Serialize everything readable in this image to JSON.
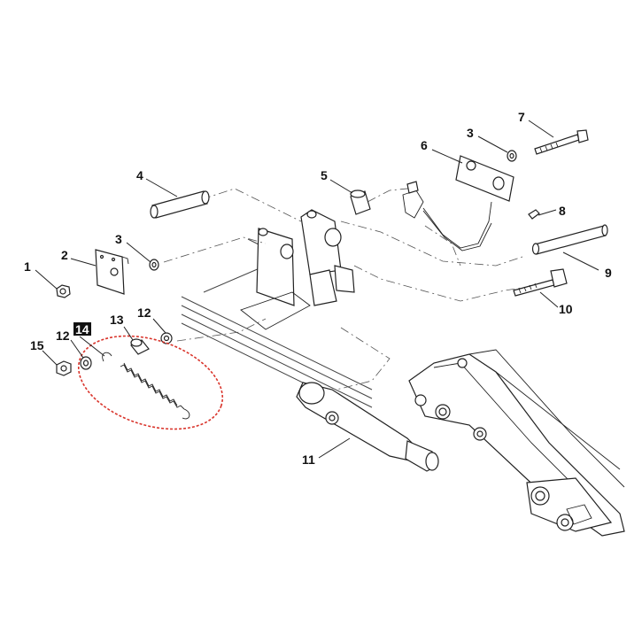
{
  "callouts": {
    "c1": "1",
    "c2": "2",
    "c3a": "3",
    "c3b": "3",
    "c4": "4",
    "c5": "5",
    "c6": "6",
    "c7": "7",
    "c8": "8",
    "c9": "9",
    "c10": "10",
    "c11": "11",
    "c12a": "12",
    "c12b": "12",
    "c13": "13",
    "c14": "14",
    "c15": "15"
  },
  "colors": {
    "highlight_ellipse": "#d9342b",
    "ink": "#222222",
    "badge_bg": "#111111"
  }
}
